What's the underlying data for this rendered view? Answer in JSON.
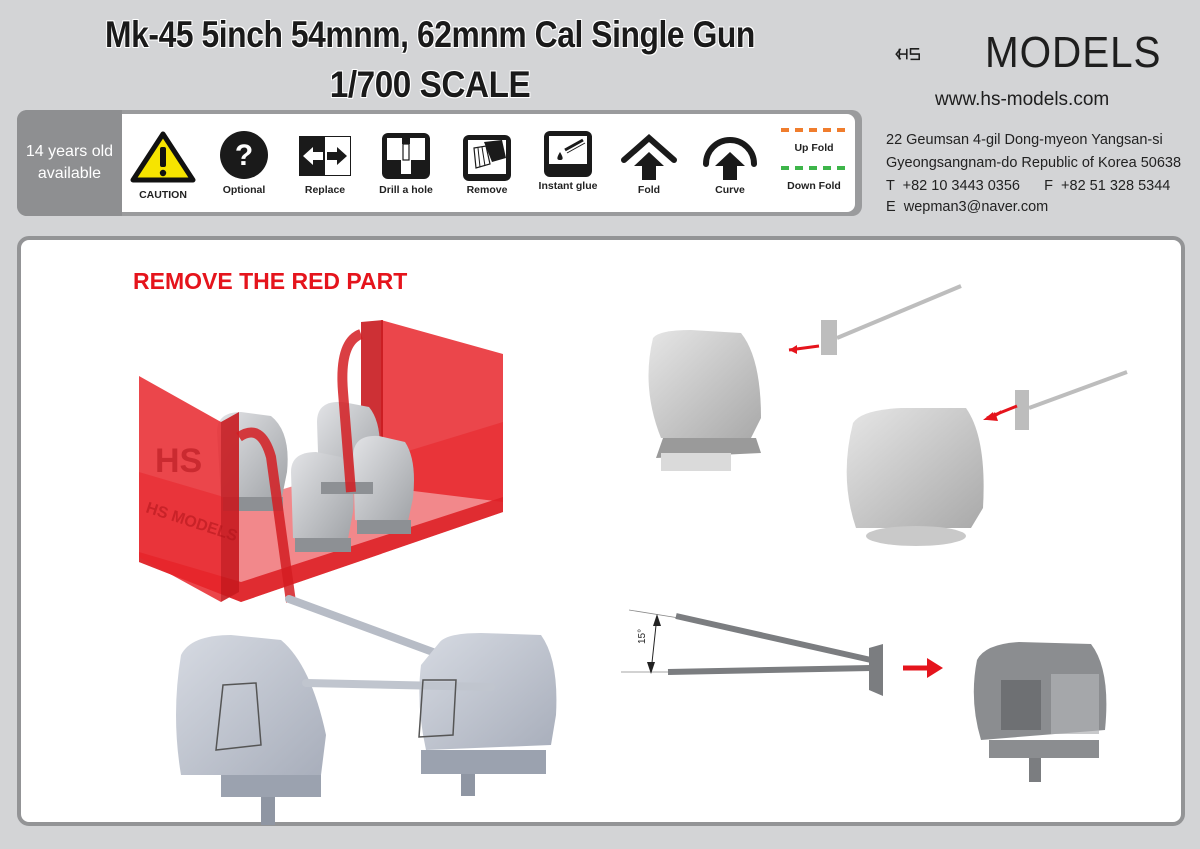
{
  "header": {
    "title_line1": "Mk-45 5inch 54mnm, 62mnm Cal Single Gun",
    "title_line2": "1/700 SCALE"
  },
  "brand": {
    "logo_icon": "hs-logo-icon",
    "name": "MODELS",
    "website": "www.hs-models.com",
    "address_line1": "22 Geumsan 4-gil Dong-myeon Yangsan-si",
    "address_line2": "Gyeongsangnam-do Republic of Korea 50638",
    "phone_line": "T  +82 10 3443 0356      F  +82 51 328 5344",
    "email_line": "E  wepman3@naver.com"
  },
  "symbols": {
    "age_line1": "14 years old",
    "age_line2": "available",
    "items": [
      {
        "icon": "caution-icon",
        "label": "CAUTION"
      },
      {
        "icon": "optional-icon",
        "label": "Optional"
      },
      {
        "icon": "replace-icon",
        "label": "Replace"
      },
      {
        "icon": "drill-icon",
        "label": "Drill a hole"
      },
      {
        "icon": "remove-icon",
        "label": "Remove"
      },
      {
        "icon": "glue-icon",
        "label": "Instant glue"
      },
      {
        "icon": "fold-icon",
        "label": "Fold"
      },
      {
        "icon": "curve-icon",
        "label": "Curve"
      }
    ],
    "up_fold": "Up Fold",
    "down_fold": "Down Fold",
    "colors": {
      "up_fold": "#f07d2d",
      "down_fold": "#3db54a",
      "caution_yellow": "#f6e400"
    }
  },
  "main": {
    "instruction": "REMOVE THE RED PART",
    "angle_label": "15°",
    "colors": {
      "accent_red": "#e5141c",
      "part_gray": "#c9cbcf",
      "frame_red": "#e8262b"
    }
  }
}
